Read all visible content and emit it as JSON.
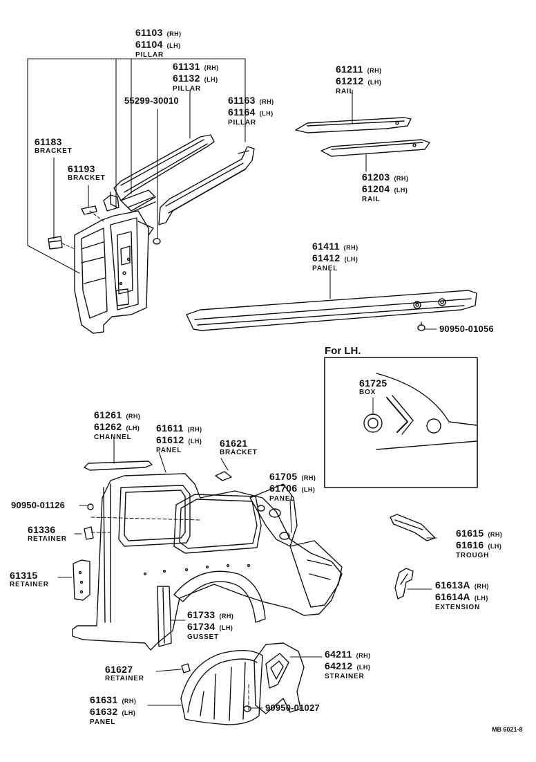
{
  "labels": {
    "l61103": {
      "rh": "61103",
      "rh_side": "(RH)",
      "lh": "61104",
      "lh_side": "(LH)",
      "name": "PILLAR"
    },
    "l61131": {
      "rh": "61131",
      "rh_side": "(RH)",
      "lh": "61132",
      "lh_side": "(LH)",
      "name": "PILLAR"
    },
    "l61163": {
      "rh": "61163",
      "rh_side": "(RH)",
      "lh": "61164",
      "lh_side": "(LH)",
      "name": "PILLAR"
    },
    "l61211": {
      "rh": "61211",
      "rh_side": "(RH)",
      "lh": "61212",
      "lh_side": "(LH)",
      "name": "RAIL"
    },
    "l61203": {
      "rh": "61203",
      "rh_side": "(RH)",
      "lh": "61204",
      "lh_side": "(LH)",
      "name": "RAIL"
    },
    "l61411": {
      "rh": "61411",
      "rh_side": "(RH)",
      "lh": "61412",
      "lh_side": "(LH)",
      "name": "PANEL"
    },
    "l61183": {
      "code": "61183",
      "name": "BRACKET"
    },
    "l61193": {
      "code": "61193",
      "name": "BRACKET"
    },
    "l55299": {
      "code": "55299-30010"
    },
    "l90950a": {
      "code": "90950-01056"
    },
    "l61261": {
      "rh": "61261",
      "rh_side": "(RH)",
      "lh": "61262",
      "lh_side": "(LH)",
      "name": "CHANNEL"
    },
    "l61611": {
      "rh": "61611",
      "rh_side": "(RH)",
      "lh": "61612",
      "lh_side": "(LH)",
      "name": "PANEL"
    },
    "l61621": {
      "code": "61621",
      "name": "BRACKET"
    },
    "l61705": {
      "rh": "61705",
      "rh_side": "(RH)",
      "lh": "61706",
      "lh_side": "(LH)",
      "name": "PANEL"
    },
    "l90950b": {
      "code": "90950-01126"
    },
    "l61336": {
      "code": "61336",
      "name": "RETAINER"
    },
    "l61315": {
      "code": "61315",
      "name": "RETAINER"
    },
    "l61615": {
      "rh": "61615",
      "rh_side": "(RH)",
      "lh": "61616",
      "lh_side": "(LH)",
      "name": "TROUGH"
    },
    "l61613": {
      "rh": "61613A",
      "rh_side": "(RH)",
      "lh": "61614A",
      "lh_side": "(LH)",
      "name": "EXTENSION"
    },
    "l61733": {
      "rh": "61733",
      "rh_side": "(RH)",
      "lh": "61734",
      "lh_side": "(LH)",
      "name": "GUSSET"
    },
    "l64211": {
      "rh": "64211",
      "rh_side": "(RH)",
      "lh": "64212",
      "lh_side": "(LH)",
      "name": "STRAINER"
    },
    "l61627": {
      "code": "61627",
      "name": "RETAINER"
    },
    "l61631": {
      "rh": "61631",
      "rh_side": "(RH)",
      "lh": "61632",
      "lh_side": "(LH)",
      "name": "PANEL"
    },
    "l90950c": {
      "code": "90950-01027"
    },
    "l61725": {
      "code": "61725",
      "name": "BOX"
    }
  },
  "inset": {
    "title": "For LH."
  },
  "footer": {
    "code": "MB 6021-8"
  }
}
